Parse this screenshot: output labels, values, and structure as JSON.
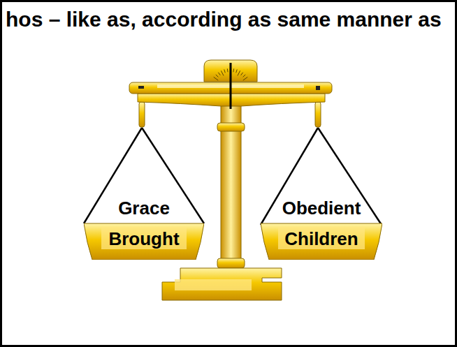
{
  "diagram": {
    "title": "hos – like as, according as same manner as",
    "nodes": [
      {
        "text": [
          "Grace Brought"
        ]
      },
      {
        "text": [
          "Obedient Children"
        ]
      }
    ]
  }
}
